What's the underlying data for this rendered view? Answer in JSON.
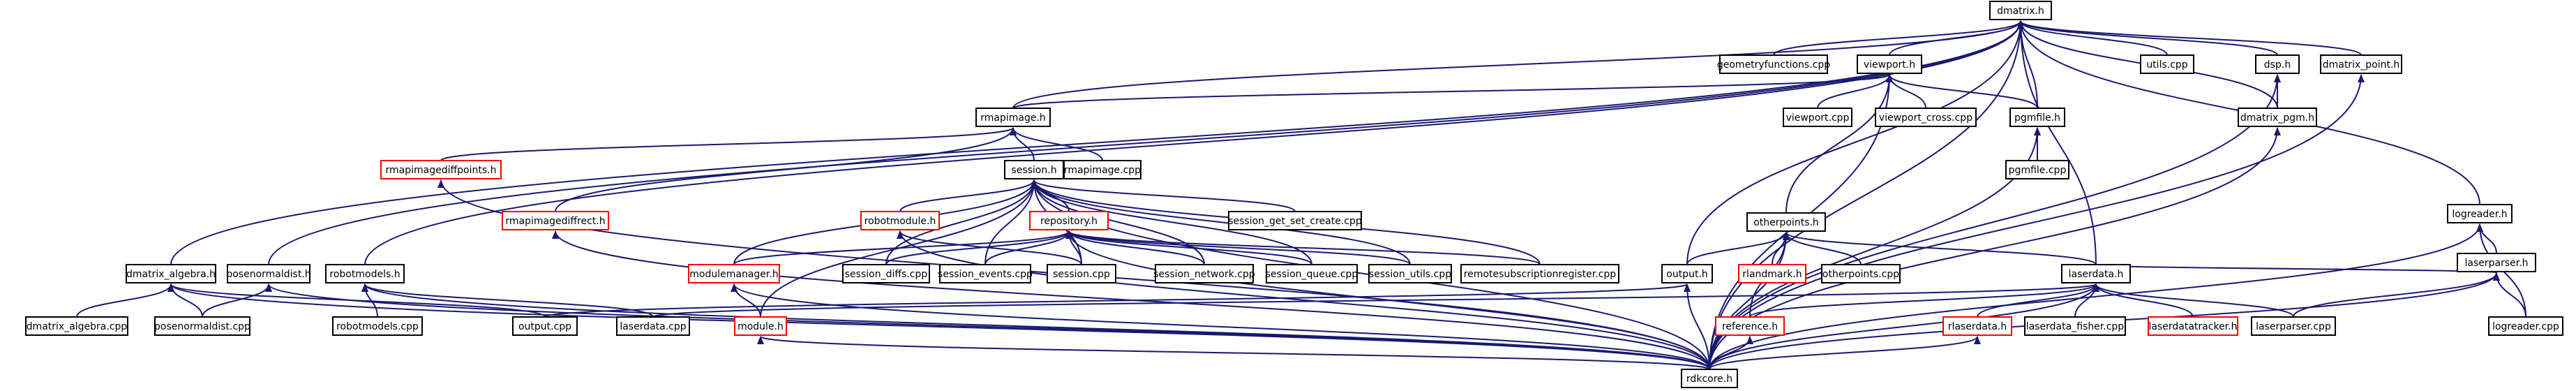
{
  "graph": {
    "colors": {
      "edge": "#191970",
      "border_normal": "#000000",
      "border_warning": "#ff0000",
      "fill_root": "#bfbfbf",
      "fill_normal": "#ffffff",
      "text": "#000000"
    },
    "nodes": [
      {
        "id": "dmatrix_h",
        "label": "dmatrix.h",
        "root": true
      },
      {
        "id": "geometryfunctions_cpp",
        "label": "geometryfunctions.cpp"
      },
      {
        "id": "viewport_h",
        "label": "viewport.h"
      },
      {
        "id": "utils_cpp",
        "label": "utils.cpp"
      },
      {
        "id": "dsp_h",
        "label": "dsp.h"
      },
      {
        "id": "dmatrix_point_h",
        "label": "dmatrix_point.h"
      },
      {
        "id": "rmapimage_h",
        "label": "rmapimage.h"
      },
      {
        "id": "viewport_cpp",
        "label": "viewport.cpp"
      },
      {
        "id": "viewport_cross_cpp",
        "label": "viewport_cross.cpp"
      },
      {
        "id": "pgmfile_h",
        "label": "pgmfile.h"
      },
      {
        "id": "dmatrix_pgm_h",
        "label": "dmatrix_pgm.h"
      },
      {
        "id": "rmapimagediffpoints_h",
        "label": "rmapimagediffpoints.h",
        "warn": true
      },
      {
        "id": "session_h",
        "label": "session.h"
      },
      {
        "id": "rmapimage_cpp",
        "label": "rmapimage.cpp"
      },
      {
        "id": "pgmfile_cpp",
        "label": "pgmfile.cpp"
      },
      {
        "id": "logreader_h",
        "label": "logreader.h"
      },
      {
        "id": "rmapimagediffrect_h",
        "label": "rmapimagediffrect.h",
        "warn": true
      },
      {
        "id": "robotmodule_h",
        "label": "robotmodule.h",
        "warn": true
      },
      {
        "id": "repository_h",
        "label": "repository.h",
        "warn": true
      },
      {
        "id": "session_get_set_create_cpp",
        "label": "session_get_set_create.cpp"
      },
      {
        "id": "otherpoints_h",
        "label": "otherpoints.h"
      },
      {
        "id": "laserparser_h",
        "label": "laserparser.h"
      },
      {
        "id": "dmatrix_algebra_h",
        "label": "dmatrix_algebra.h"
      },
      {
        "id": "posenormaldist_h",
        "label": "posenormaldist.h"
      },
      {
        "id": "robotmodels_h",
        "label": "robotmodels.h"
      },
      {
        "id": "modulemanager_h",
        "label": "modulemanager.h",
        "warn": true
      },
      {
        "id": "session_diffs_cpp",
        "label": "session_diffs.cpp"
      },
      {
        "id": "session_events_cpp",
        "label": "session_events.cpp"
      },
      {
        "id": "session_cpp",
        "label": "session.cpp"
      },
      {
        "id": "session_network_cpp",
        "label": "session_network.cpp"
      },
      {
        "id": "session_queue_cpp",
        "label": "session_queue.cpp"
      },
      {
        "id": "session_utils_cpp",
        "label": "session_utils.cpp"
      },
      {
        "id": "remotesubscriptionregister_cpp",
        "label": "remotesubscriptionregister.cpp"
      },
      {
        "id": "output_h",
        "label": "output.h"
      },
      {
        "id": "rlandmark_h",
        "label": "rlandmark.h",
        "warn": true
      },
      {
        "id": "otherpoints_cpp",
        "label": "otherpoints.cpp"
      },
      {
        "id": "laserdata_h",
        "label": "laserdata.h"
      },
      {
        "id": "dmatrix_algebra_cpp",
        "label": "dmatrix_algebra.cpp"
      },
      {
        "id": "posenormaldist_cpp",
        "label": "posenormaldist.cpp"
      },
      {
        "id": "robotmodels_cpp",
        "label": "robotmodels.cpp"
      },
      {
        "id": "output_cpp",
        "label": "output.cpp"
      },
      {
        "id": "laserdata_cpp",
        "label": "laserdata.cpp"
      },
      {
        "id": "module_h",
        "label": "module.h",
        "warn": true
      },
      {
        "id": "reference_h",
        "label": "reference.h",
        "warn": true
      },
      {
        "id": "rlaserdata_h",
        "label": "rlaserdata.h",
        "warn": true
      },
      {
        "id": "laserdata_fisher_cpp",
        "label": "laserdata_fisher.cpp"
      },
      {
        "id": "laserdatatracker_h",
        "label": "laserdatatracker.h",
        "warn": true
      },
      {
        "id": "laserparser_cpp",
        "label": "laserparser.cpp"
      },
      {
        "id": "logreader_cpp",
        "label": "logreader.cpp"
      },
      {
        "id": "rdkcore_h",
        "label": "rdkcore.h"
      }
    ],
    "edges": [
      [
        "geometryfunctions_cpp",
        "dmatrix_h"
      ],
      [
        "viewport_h",
        "dmatrix_h"
      ],
      [
        "utils_cpp",
        "dmatrix_h"
      ],
      [
        "dsp_h",
        "dmatrix_h"
      ],
      [
        "dmatrix_point_h",
        "dmatrix_h"
      ],
      [
        "rmapimage_h",
        "dmatrix_h"
      ],
      [
        "pgmfile_h",
        "dmatrix_h"
      ],
      [
        "dmatrix_pgm_h",
        "dmatrix_h"
      ],
      [
        "logreader_h",
        "dmatrix_h"
      ],
      [
        "dmatrix_algebra_h",
        "dmatrix_h"
      ],
      [
        "posenormaldist_h",
        "dmatrix_h"
      ],
      [
        "robotmodels_h",
        "dmatrix_h"
      ],
      [
        "output_h",
        "dmatrix_h"
      ],
      [
        "laserdata_h",
        "dmatrix_h"
      ],
      [
        "rdkcore_h",
        "dmatrix_h"
      ],
      [
        "rmapimage_h",
        "viewport_h"
      ],
      [
        "viewport_cpp",
        "viewport_h"
      ],
      [
        "viewport_cross_cpp",
        "viewport_h"
      ],
      [
        "pgmfile_h",
        "viewport_h"
      ],
      [
        "otherpoints_h",
        "viewport_h"
      ],
      [
        "rdkcore_h",
        "viewport_h"
      ],
      [
        "dmatrix_pgm_h",
        "dsp_h"
      ],
      [
        "rdkcore_h",
        "dsp_h"
      ],
      [
        "rdkcore_h",
        "dmatrix_point_h"
      ],
      [
        "rmapimagediffpoints_h",
        "rmapimage_h"
      ],
      [
        "session_h",
        "rmapimage_h"
      ],
      [
        "rmapimage_cpp",
        "rmapimage_h"
      ],
      [
        "rmapimagediffrect_h",
        "rmapimage_h"
      ],
      [
        "pgmfile_cpp",
        "pgmfile_h"
      ],
      [
        "rdkcore_h",
        "pgmfile_h"
      ],
      [
        "rdkcore_h",
        "dmatrix_pgm_h"
      ],
      [
        "laserparser_h",
        "logreader_h"
      ],
      [
        "logreader_cpp",
        "logreader_h"
      ],
      [
        "rdkcore_h",
        "logreader_h"
      ],
      [
        "rdkcore_h",
        "rmapimagediffpoints_h"
      ],
      [
        "rdkcore_h",
        "rmapimagediffrect_h"
      ],
      [
        "robotmodule_h",
        "session_h"
      ],
      [
        "repository_h",
        "session_h"
      ],
      [
        "session_get_set_create_cpp",
        "session_h"
      ],
      [
        "modulemanager_h",
        "session_h"
      ],
      [
        "session_diffs_cpp",
        "session_h"
      ],
      [
        "session_events_cpp",
        "session_h"
      ],
      [
        "session_cpp",
        "session_h"
      ],
      [
        "session_network_cpp",
        "session_h"
      ],
      [
        "session_queue_cpp",
        "session_h"
      ],
      [
        "session_utils_cpp",
        "session_h"
      ],
      [
        "remotesubscriptionregister_cpp",
        "session_h"
      ],
      [
        "module_h",
        "session_h"
      ],
      [
        "rdkcore_h",
        "session_h"
      ],
      [
        "session_cpp",
        "robotmodule_h"
      ],
      [
        "rdkcore_h",
        "robotmodule_h"
      ],
      [
        "modulemanager_h",
        "repository_h"
      ],
      [
        "session_diffs_cpp",
        "repository_h"
      ],
      [
        "session_events_cpp",
        "repository_h"
      ],
      [
        "session_cpp",
        "repository_h"
      ],
      [
        "session_network_cpp",
        "repository_h"
      ],
      [
        "session_queue_cpp",
        "repository_h"
      ],
      [
        "session_utils_cpp",
        "repository_h"
      ],
      [
        "remotesubscriptionregister_cpp",
        "repository_h"
      ],
      [
        "rdkcore_h",
        "repository_h"
      ],
      [
        "module_h",
        "modulemanager_h"
      ],
      [
        "rdkcore_h",
        "modulemanager_h"
      ],
      [
        "rdkcore_h",
        "module_h"
      ],
      [
        "output_h",
        "otherpoints_h"
      ],
      [
        "rlandmark_h",
        "otherpoints_h"
      ],
      [
        "otherpoints_cpp",
        "otherpoints_h"
      ],
      [
        "laserdata_h",
        "otherpoints_h"
      ],
      [
        "reference_h",
        "otherpoints_h"
      ],
      [
        "rdkcore_h",
        "otherpoints_h"
      ],
      [
        "laserdata_h",
        "laserparser_h"
      ],
      [
        "laserparser_cpp",
        "laserparser_h"
      ],
      [
        "logreader_cpp",
        "laserparser_h"
      ],
      [
        "rdkcore_h",
        "laserparser_h"
      ],
      [
        "dmatrix_algebra_cpp",
        "dmatrix_algebra_h"
      ],
      [
        "posenormaldist_cpp",
        "dmatrix_algebra_h"
      ],
      [
        "output_cpp",
        "dmatrix_algebra_h"
      ],
      [
        "rdkcore_h",
        "dmatrix_algebra_h"
      ],
      [
        "posenormaldist_cpp",
        "posenormaldist_h"
      ],
      [
        "rdkcore_h",
        "posenormaldist_h"
      ],
      [
        "robotmodels_cpp",
        "robotmodels_h"
      ],
      [
        "laserdata_cpp",
        "robotmodels_h"
      ],
      [
        "rdkcore_h",
        "robotmodels_h"
      ],
      [
        "output_cpp",
        "output_h"
      ],
      [
        "rdkcore_h",
        "output_h"
      ],
      [
        "reference_h",
        "laserdata_h"
      ],
      [
        "rlaserdata_h",
        "laserdata_h"
      ],
      [
        "laserdata_fisher_cpp",
        "laserdata_h"
      ],
      [
        "laserdatatracker_h",
        "laserdata_h"
      ],
      [
        "laserparser_cpp",
        "laserdata_h"
      ],
      [
        "laserdata_cpp",
        "laserdata_h"
      ],
      [
        "rdkcore_h",
        "laserdata_h"
      ],
      [
        "rdkcore_h",
        "reference_h"
      ],
      [
        "rdkcore_h",
        "rlaserdata_h"
      ]
    ]
  }
}
